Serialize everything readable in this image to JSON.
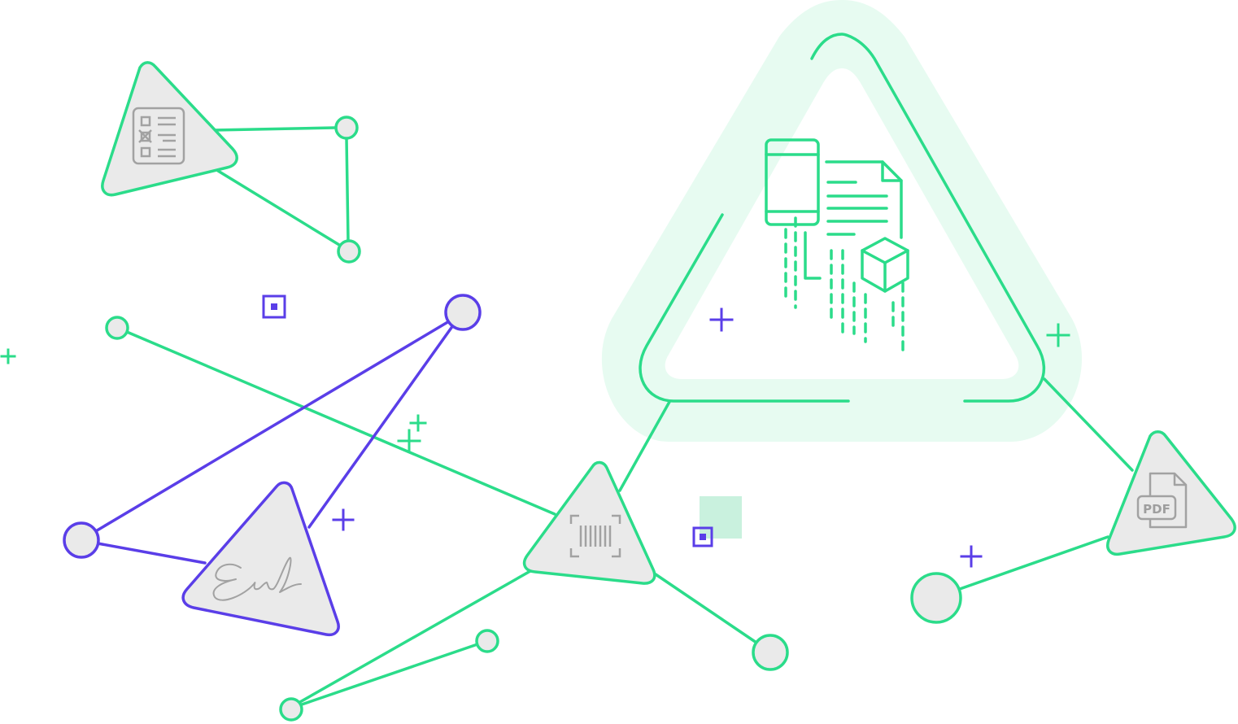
{
  "colors": {
    "green": "#2bdc8a",
    "green_soft": "#e7fbf1",
    "green_light": "#c9f1de",
    "purple": "#5a3ee8",
    "node_fill": "#eaeaea",
    "icon_gray": "#a2a2a2"
  },
  "diagram": {
    "central_icon": "mobile-document-package-icon",
    "nodes": [
      {
        "name": "form-checklist-node",
        "icon": "form-checklist-icon"
      },
      {
        "name": "signature-node",
        "icon": "signature-icon"
      },
      {
        "name": "barcode-node",
        "icon": "barcode-icon"
      },
      {
        "name": "pdf-node",
        "icon": "pdf-file-icon",
        "label": "PDF"
      }
    ]
  }
}
